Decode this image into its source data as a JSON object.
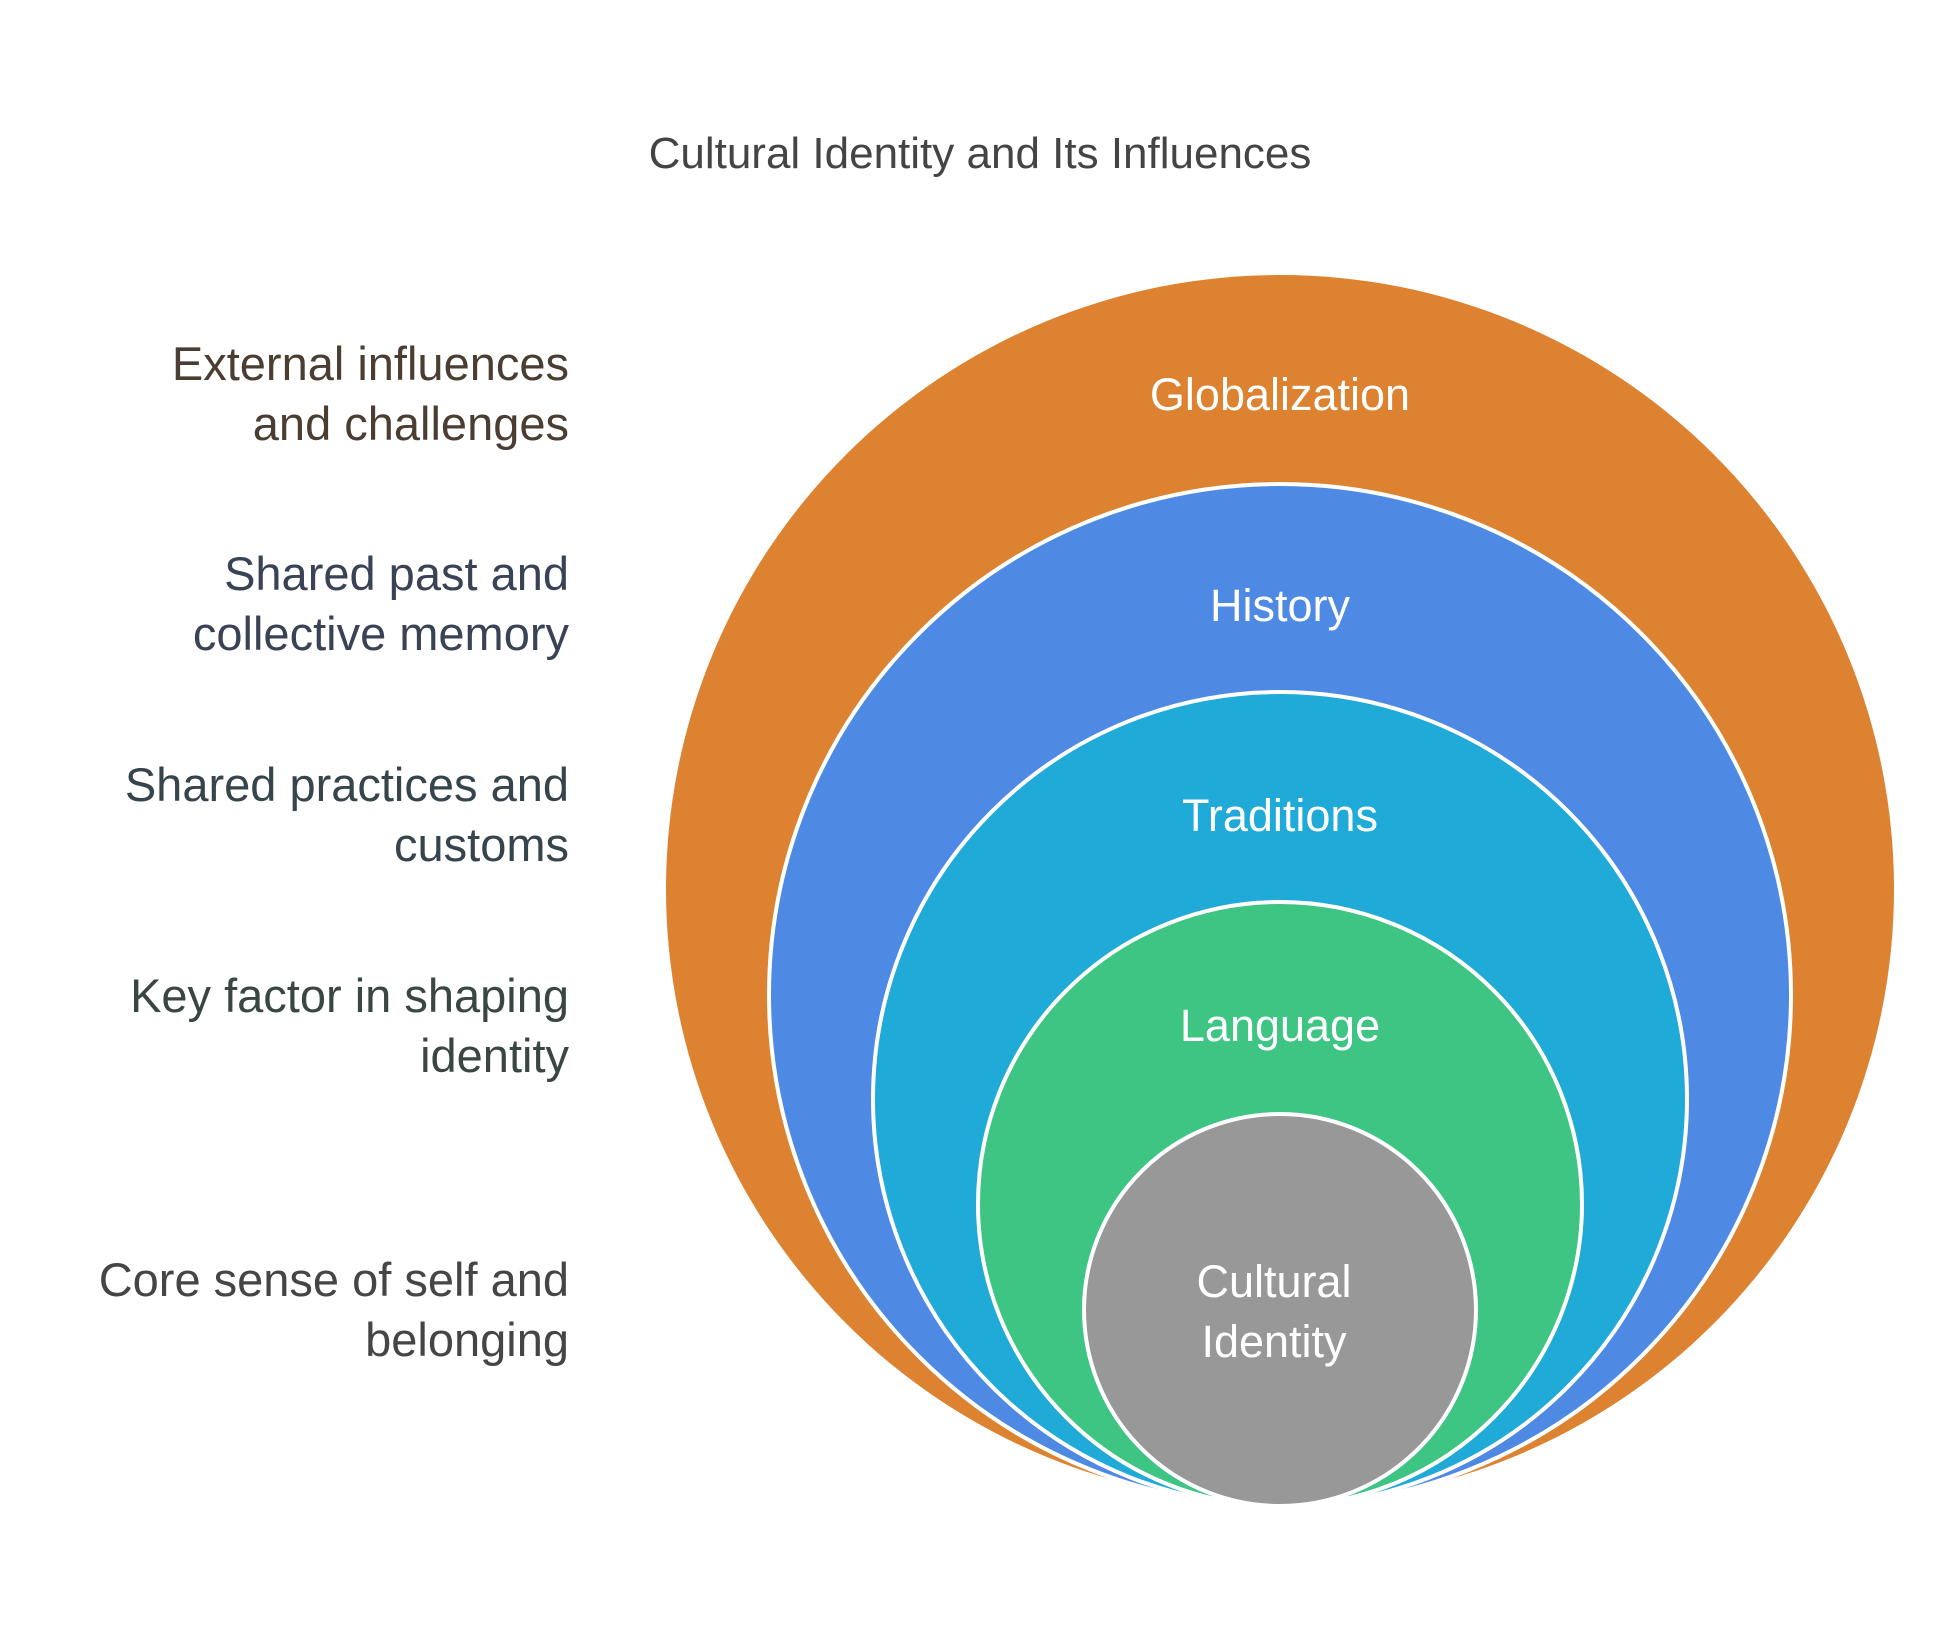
{
  "title": "Cultural Identity and Its Influences",
  "layers": [
    {
      "label": "Globalization",
      "description": [
        "External influences",
        "and challenges"
      ],
      "color": "#DC8231",
      "text_color": "#4A3D32"
    },
    {
      "label": "History",
      "description": [
        "Shared past and",
        "collective memory"
      ],
      "color": "#4E89E3",
      "text_color": "#3A4356"
    },
    {
      "label": "Traditions",
      "description": [
        "Shared practices and",
        "customs"
      ],
      "color": "#20AAD8",
      "text_color": "#36444B"
    },
    {
      "label": "Language",
      "description": [
        "Key factor in shaping",
        "identity"
      ],
      "color": "#3EC483",
      "text_color": "#3A4641"
    },
    {
      "label": [
        "Cultural",
        "Identity"
      ],
      "description": [
        "Core sense of self and",
        "belonging"
      ],
      "color": "#989898",
      "text_color": "#454545"
    }
  ]
}
